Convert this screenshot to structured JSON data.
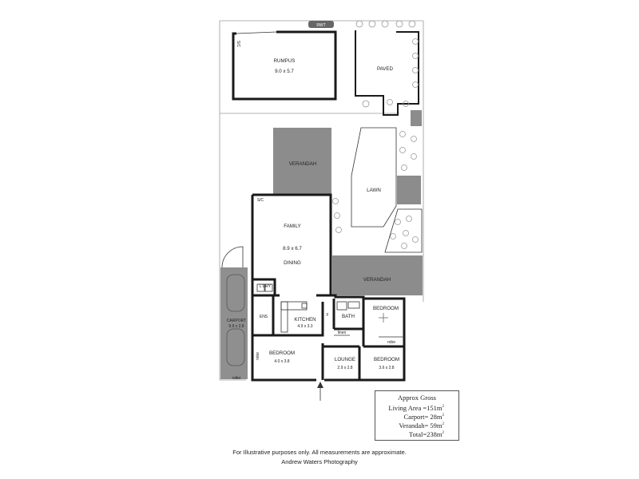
{
  "plan": {
    "labels": {
      "rwt": "RWT",
      "rumpus": "RUMPUS",
      "rumpus_dim": "9.0 x 5.7",
      "paved": "PAVED",
      "verandah_top": "VERANDAH",
      "lawn": "LAWN",
      "family": "FAMILY",
      "family_dim": "8.9 x 6.7",
      "dining": "DINING",
      "verandah_right": "VERANDAH",
      "ldry": "L'DRY",
      "carport": "CARPORT",
      "carport_dim": "9.9 x 2.8",
      "ens": "ENS",
      "kitchen": "KITCHEN",
      "kitchen_dim": "4.9 x 3.3",
      "bath": "BATH",
      "bedroom1": "BEDROOM",
      "linen": "linen",
      "robe1": "robe",
      "bedroom_main": "BEDROOM",
      "bedroom_main_dim": "4.0 x 3.8",
      "robe2": "robe",
      "lounge": "LOUNGE",
      "lounge_dim": "2.9 x 2.8",
      "bedroom2": "BEDROOM",
      "bedroom2_dim": "3.6 x 2.8",
      "roller": "roller",
      "sc1": "S/C",
      "sc2": "S/C",
      "f": "F"
    }
  },
  "legend": {
    "title": "Approx Gross",
    "living": "Living Area =151m",
    "carport": "Carport= 28m",
    "verandah": "Verandah= 59m",
    "total": "Total=238m",
    "sup": "2"
  },
  "footer": {
    "disclaimer": "For Illustrative purposes only. All measurements are approximate.",
    "credit": "Andrew Waters Photography"
  },
  "colors": {
    "wall": "#1a1a1a",
    "verandah": "#8c8c8c",
    "carport": "#8f8f8f",
    "shrub": "#aaaaaa"
  }
}
